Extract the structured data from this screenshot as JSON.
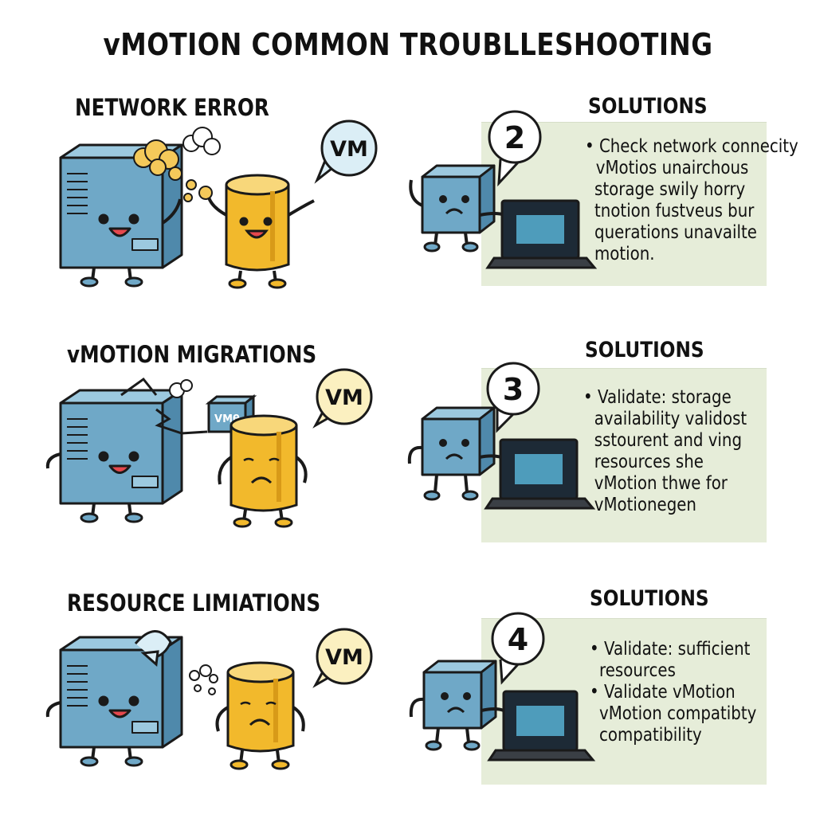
{
  "title": "vMOTION COMMON TROUBLLESHOOTING",
  "sections": [
    {
      "problem": "NETWORK ERROR",
      "vm_badge": "VM",
      "solutions_heading": "SOLUTIONS",
      "step": "2",
      "lines": [
        "• Check network connecity",
        "vMotios unairchous",
        "storage swily horry",
        "tnotion fustveus bur",
        "querations unavailte",
        "motion."
      ]
    },
    {
      "problem": "vMOTION MIGRATIONS",
      "vm_badge": "VM",
      "moving_box_label": "VMθ",
      "solutions_heading": "SOLUTIONS",
      "step": "3",
      "lines": [
        "• Validate: storage",
        "availability validost",
        "sstourent and ving",
        "resources she",
        "vMotion thwe for",
        "vMotionegen"
      ]
    },
    {
      "problem": "RESOURCE LIMIATIONS",
      "vm_badge": "VM",
      "solutions_heading": "SOLUTIONS",
      "step": "4",
      "lines": [
        "• Validate: sufficient",
        "resources",
        "• Validate vMotion",
        "vMotion compatibty",
        "compatibility"
      ]
    }
  ],
  "colors": {
    "server": "#6fa8c7",
    "server_dark": "#4f89ab",
    "vm_can": "#f2b92c",
    "vm_can_dark": "#d89a18",
    "bubble": "#dbeef6",
    "bubble_yellow": "#fbf0c0",
    "panel": "#e6edd9",
    "laptop_screen": "#1d2a36",
    "screen_glow": "#5fc3e8",
    "blush": "#e5484d",
    "outline": "#1a1a1a"
  }
}
